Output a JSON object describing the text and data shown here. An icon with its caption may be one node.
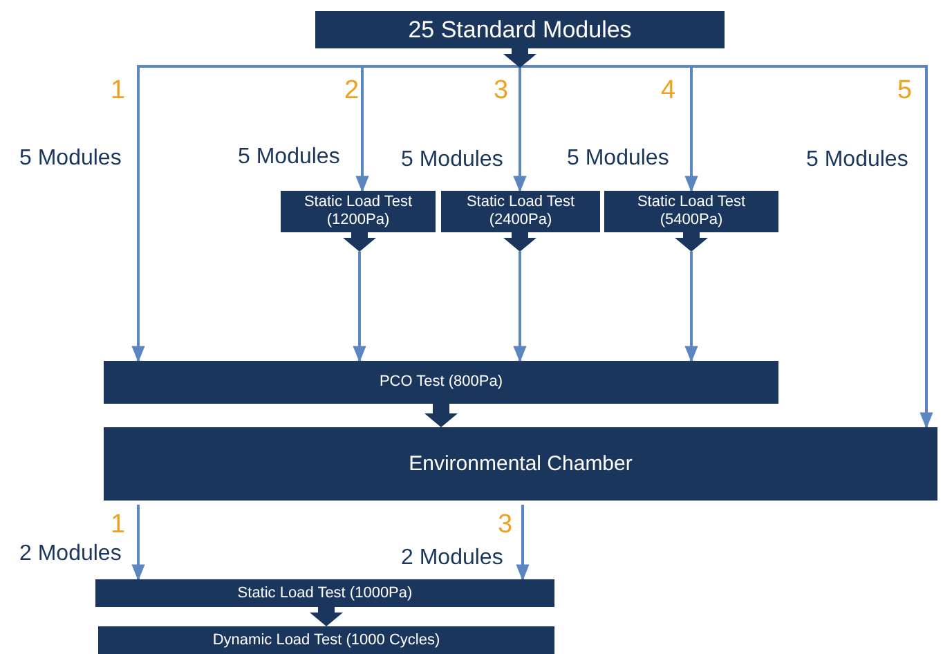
{
  "diagram": {
    "nodes": [
      {
        "text": [
          "25 Standard Modules"
        ]
      },
      {
        "text": [
          "Static Load Test (1200Pa)"
        ]
      },
      {
        "text": [
          "Static Load Test (2400Pa)"
        ]
      },
      {
        "text": [
          "Static Load Test (5400Pa)"
        ]
      },
      {
        "text": [
          "PCO Test (800Pa)"
        ]
      },
      {
        "text": [
          "Environmental Chamber"
        ]
      },
      {
        "text": [
          "Static Load Test (1000Pa)"
        ]
      },
      {
        "text": [
          "Dynamic Load Test (1000 Cycles)"
        ]
      }
    ],
    "edges": [
      {
        "from": 0,
        "to": 4,
        "arrow": "to",
        "label": "5 Modules"
      },
      {
        "from": 0,
        "to": 1,
        "arrow": "to",
        "label": "5 Modules"
      },
      {
        "from": 0,
        "to": 2,
        "arrow": "to",
        "label": "5 Modules"
      },
      {
        "from": 0,
        "to": 3,
        "arrow": "to",
        "label": "5 Modules"
      },
      {
        "from": 0,
        "to": 5,
        "arrow": "to",
        "label": "5 Modules"
      },
      {
        "from": 1,
        "to": 4,
        "arrow": "to"
      },
      {
        "from": 2,
        "to": 4,
        "arrow": "to"
      },
      {
        "from": 3,
        "to": 4,
        "arrow": "to"
      },
      {
        "from": 4,
        "to": 5,
        "arrow": "to",
        "style": "thick",
        "color": "#1b365d"
      },
      {
        "from": 5,
        "to": 6,
        "arrow": "to",
        "label": "2 Modules"
      },
      {
        "from": 5,
        "to": 6,
        "arrow": "to",
        "label": "2 Modules"
      },
      {
        "from": 6,
        "to": 7,
        "arrow": "to",
        "style": "thick",
        "color": "#1b365d"
      },
      {
        "from": 0,
        "to": null,
        "arrow": "to",
        "style": "thick",
        "color": "#1b365d"
      },
      {
        "from": 1,
        "to": null,
        "arrow": "to",
        "style": "thick",
        "color": "#1b365d"
      },
      {
        "from": 2,
        "to": null,
        "arrow": "to",
        "style": "thick",
        "color": "#1b365d"
      },
      {
        "from": 3,
        "to": null,
        "arrow": "to",
        "style": "thick",
        "color": "#1b365d"
      }
    ],
    "labels": [
      "1",
      "2",
      "3",
      "4",
      "5",
      "1",
      "3"
    ]
  }
}
